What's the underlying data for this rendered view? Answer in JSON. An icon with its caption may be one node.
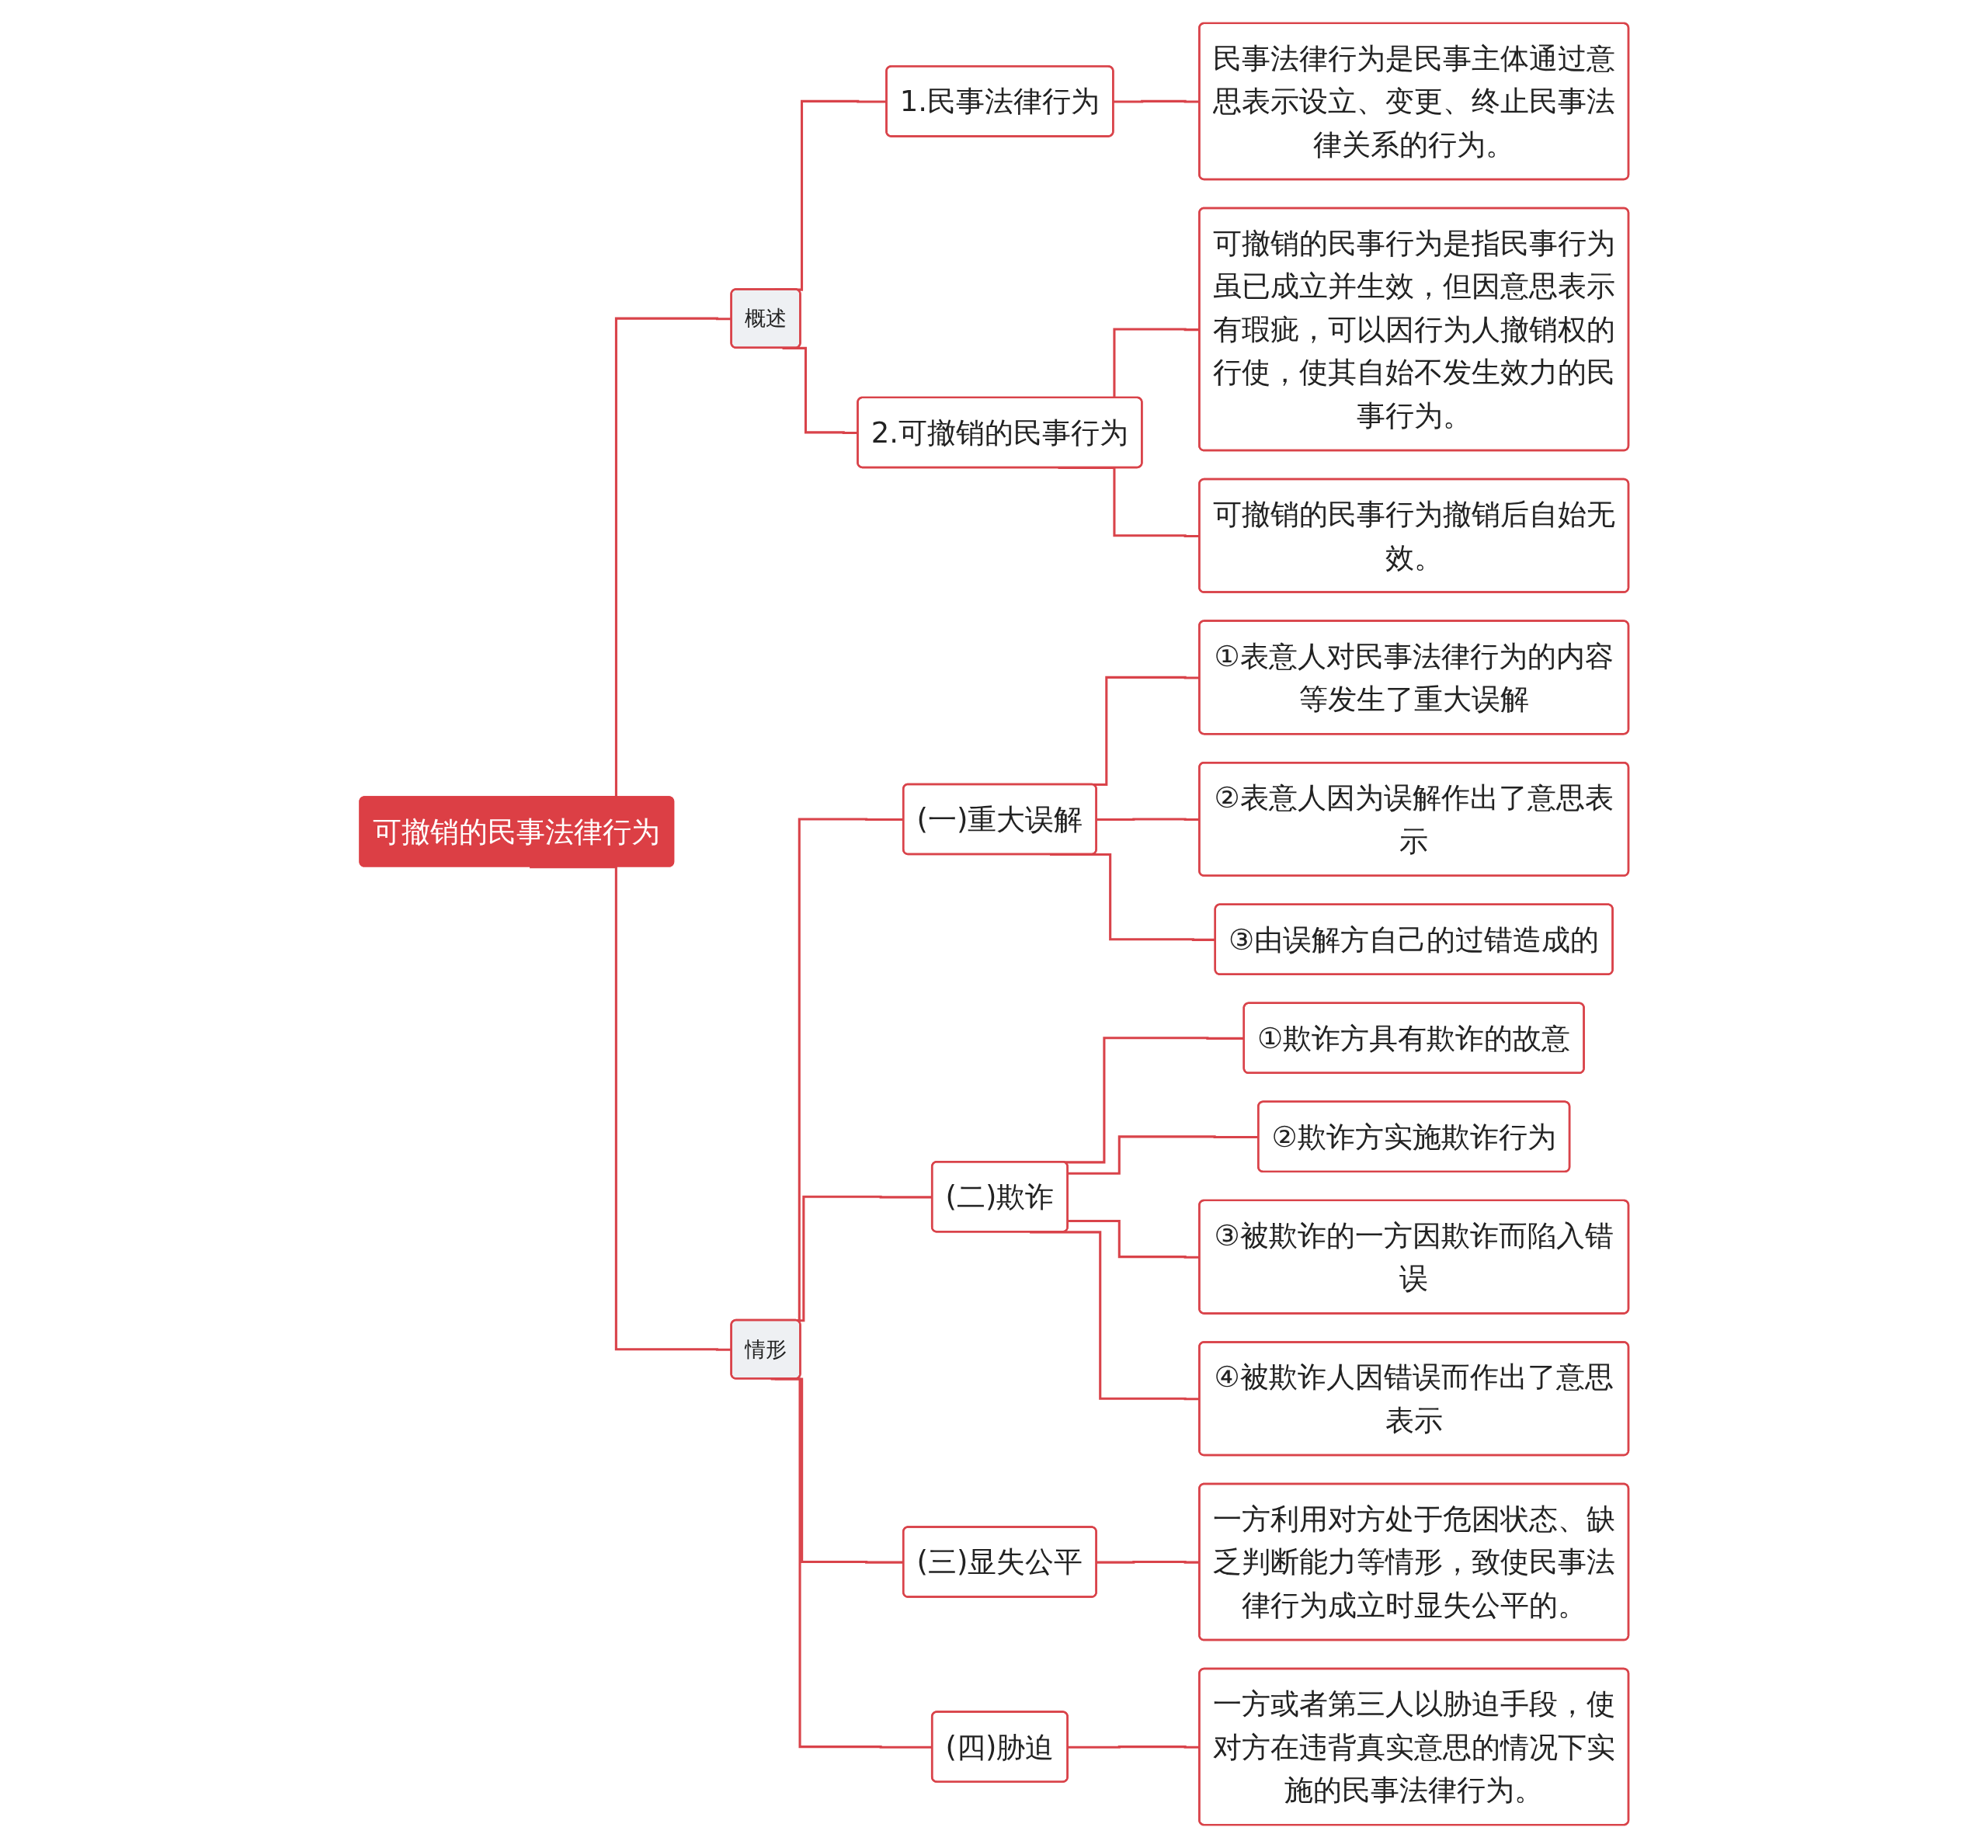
{
  "diagram": {
    "nodes": [
      {
        "text": [
          "可撤销的民事法律行为"
        ]
      },
      {
        "text": [
          "概述"
        ]
      },
      {
        "text": [
          "1.民事法律行为"
        ]
      },
      {
        "text": [
          "民事法律行为是民事主体通过意思表示设立、变更、终止民事法律关系的行为。"
        ]
      },
      {
        "text": [
          "2.可撤销的民事行为"
        ]
      },
      {
        "text": [
          "可撤销的民事行为是指民事行为虽已成立并生效，但因意思表示有瑕疵，可以因行为人撤销权的行使，使其自始不发生效力的民事行为。"
        ]
      },
      {
        "text": [
          "可撤销的民事行为撤销后自始无效。"
        ]
      },
      {
        "text": [
          "情形"
        ]
      },
      {
        "text": [
          "(一)重大误解"
        ]
      },
      {
        "text": [
          "①表意人对民事法律行为的内容等发生了重大误解"
        ]
      },
      {
        "text": [
          "②表意人因为误解作出了意思表示"
        ]
      },
      {
        "text": [
          "③由误解方自己的过错造成的"
        ]
      },
      {
        "text": [
          "(二)欺诈"
        ]
      },
      {
        "text": [
          "①欺诈方具有欺诈的故意"
        ]
      },
      {
        "text": [
          "②欺诈方实施欺诈行为"
        ]
      },
      {
        "text": [
          "③被欺诈的一方因欺诈而陷入错误"
        ]
      },
      {
        "text": [
          "④被欺诈人因错误而作出了意思表示"
        ]
      },
      {
        "text": [
          "(三)显失公平"
        ]
      },
      {
        "text": [
          "一方利用对方处于危困状态、缺乏判断能力等情形，致使民事法律行为成立时显失公平的。"
        ]
      },
      {
        "text": [
          "(四)胁迫"
        ]
      },
      {
        "text": [
          "一方或者第三人以胁迫手段，使对方在违背真实意思的情况下实施的民事法律行为。"
        ]
      }
    ],
    "edges": [
      {
        "from": 0,
        "to": 1,
        "arrow": "none"
      },
      {
        "from": 1,
        "to": 2,
        "arrow": "none"
      },
      {
        "from": 2,
        "to": 3,
        "arrow": "none"
      },
      {
        "from": 1,
        "to": 4,
        "arrow": "none"
      },
      {
        "from": 4,
        "to": 5,
        "arrow": "none"
      },
      {
        "from": 4,
        "to": 6,
        "arrow": "none"
      },
      {
        "from": 0,
        "to": 7,
        "arrow": "none"
      },
      {
        "from": 7,
        "to": 8,
        "arrow": "none"
      },
      {
        "from": 8,
        "to": 9,
        "arrow": "none"
      },
      {
        "from": 8,
        "to": 10,
        "arrow": "none"
      },
      {
        "from": 8,
        "to": 11,
        "arrow": "none"
      },
      {
        "from": 7,
        "to": 12,
        "arrow": "none"
      },
      {
        "from": 12,
        "to": 13,
        "arrow": "none"
      },
      {
        "from": 12,
        "to": 14,
        "arrow": "none"
      },
      {
        "from": 12,
        "to": 15,
        "arrow": "none"
      },
      {
        "from": 12,
        "to": 16,
        "arrow": "none"
      },
      {
        "from": 7,
        "to": 17,
        "arrow": "none"
      },
      {
        "from": 17,
        "to": 18,
        "arrow": "none"
      },
      {
        "from": 7,
        "to": 19,
        "arrow": "none"
      },
      {
        "from": 19,
        "to": 20,
        "arrow": "none"
      }
    ]
  }
}
